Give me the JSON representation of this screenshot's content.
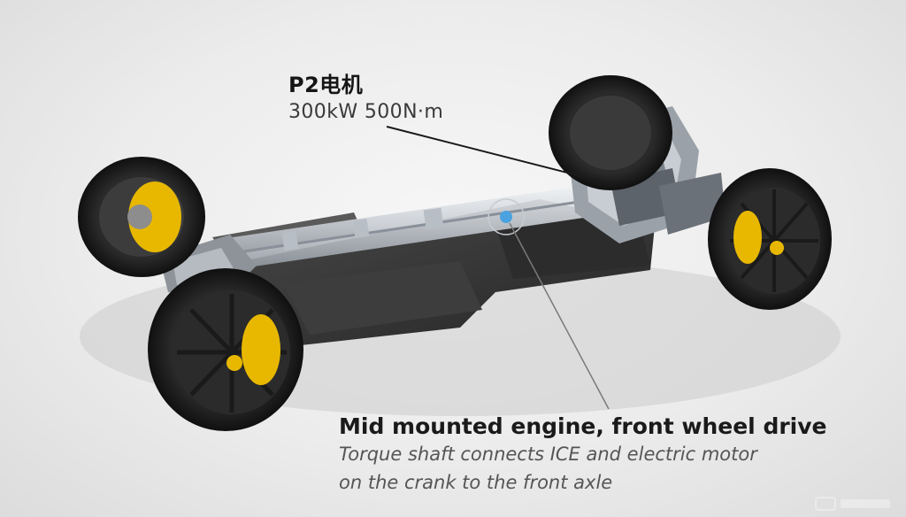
{
  "annotations": {
    "motor": {
      "title": "P2电机",
      "spec": "300kW 500N·m"
    },
    "engine": {
      "title": "Mid mounted engine, front wheel drive",
      "desc_line1": "Torque shaft connects ICE and electric motor",
      "desc_line2": "on the crank to the front axle"
    }
  },
  "colors": {
    "background": "#eeeeee",
    "tire": "#1b1b1b",
    "rim": "#2e2e2e",
    "caliper": "#e8b800",
    "chassis": "#3a3a3a",
    "metal": "#c9cdd2",
    "marker": "#4aa3e0"
  }
}
